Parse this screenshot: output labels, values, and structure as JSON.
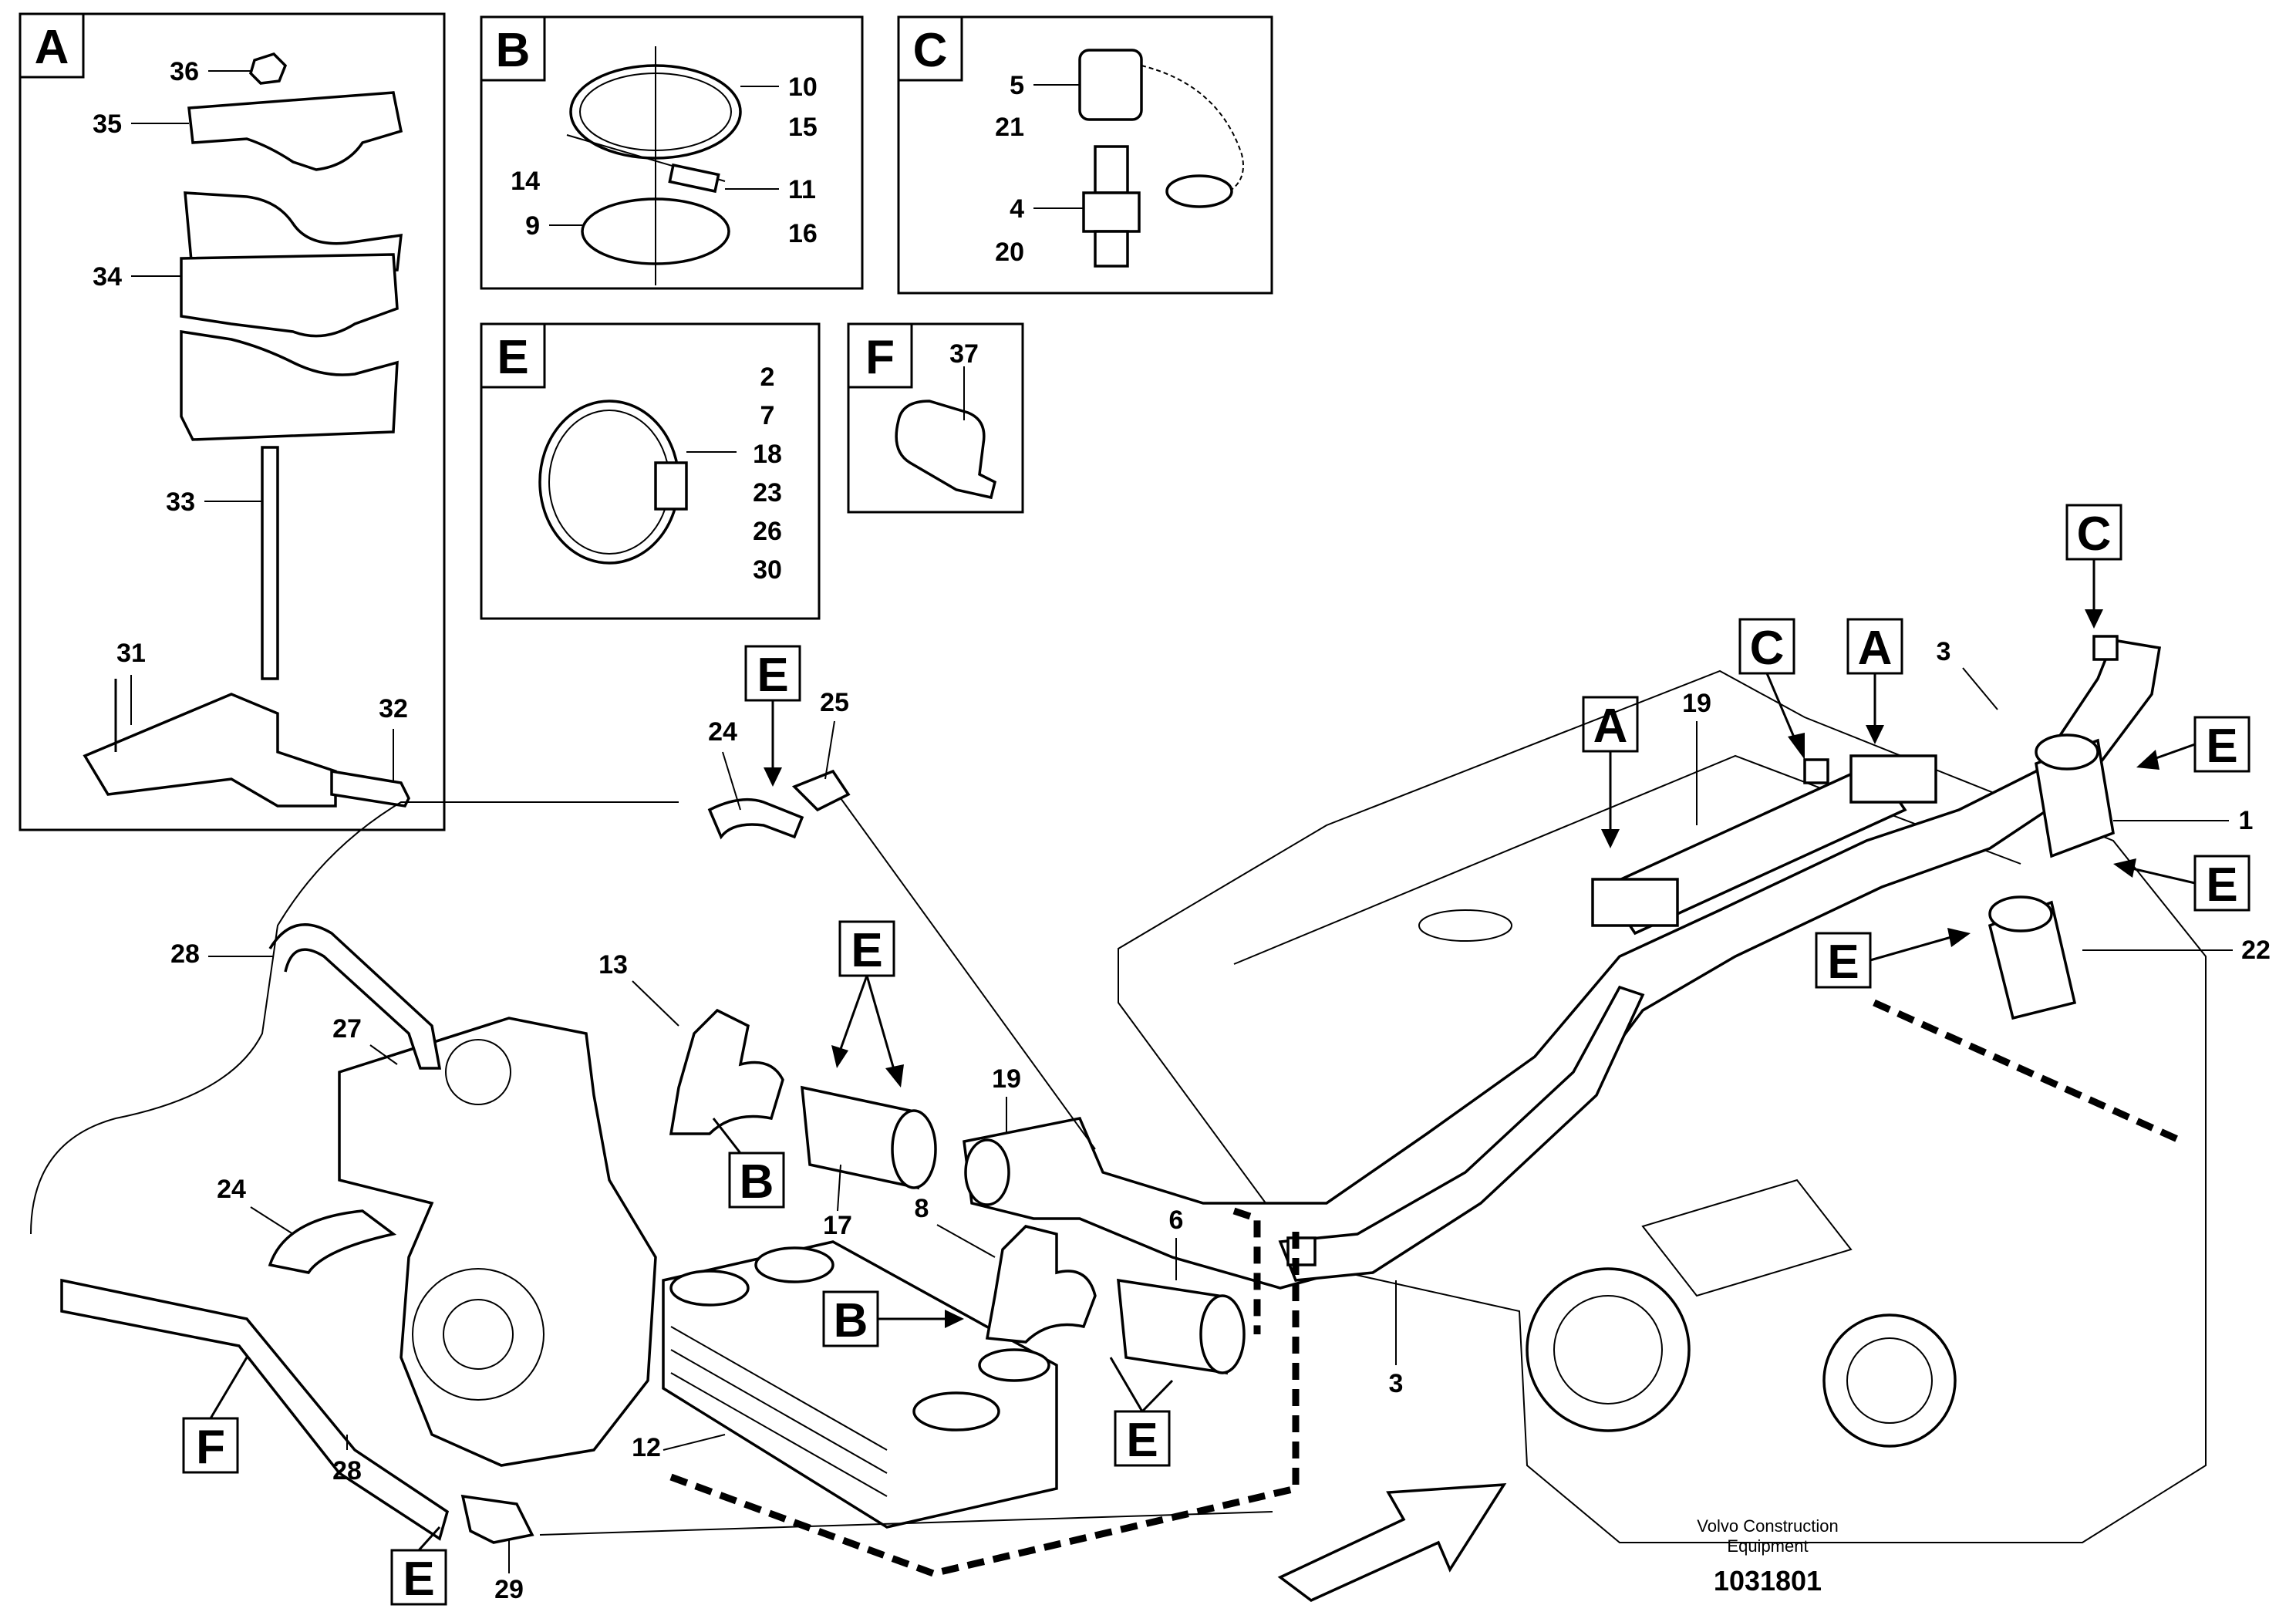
{
  "detail_boxes": {
    "A": {
      "letter": "A",
      "labels": [
        "36",
        "35",
        "34",
        "33",
        "31",
        "32"
      ]
    },
    "B": {
      "letter": "B",
      "labels": [
        "10",
        "15",
        "14",
        "11",
        "9",
        "16"
      ]
    },
    "C": {
      "letter": "C",
      "labels": [
        "5",
        "21",
        "4",
        "20"
      ]
    },
    "E": {
      "letter": "E",
      "labels": [
        "2",
        "7",
        "18",
        "23",
        "26",
        "30"
      ]
    },
    "F": {
      "letter": "F",
      "labels": [
        "37"
      ]
    }
  },
  "callouts": {
    "letters": [
      "E",
      "A",
      "C",
      "A",
      "C",
      "E",
      "E",
      "E",
      "E",
      "B",
      "B",
      "E",
      "F",
      "E"
    ],
    "numbers": [
      "24",
      "25",
      "28",
      "27",
      "13",
      "24",
      "19",
      "17",
      "8",
      "6",
      "12",
      "28",
      "29",
      "19",
      "3",
      "1",
      "22",
      "3"
    ]
  },
  "footer": {
    "company_line1": "Volvo Construction",
    "company_line2": "Equipment",
    "drawing_number": "1031801"
  }
}
